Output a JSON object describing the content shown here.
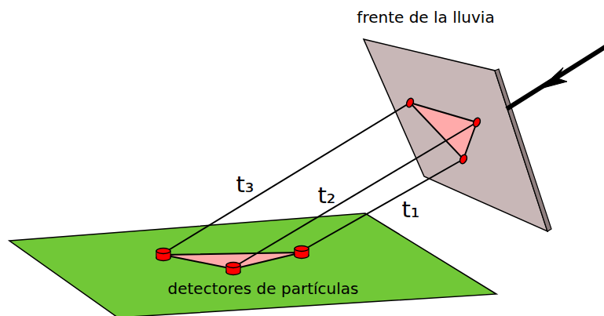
{
  "diagram": {
    "nodes": [
      {
        "text": [
          "frente de la lluvia"
        ]
      },
      {
        "text": [
          "detectores de partículas"
        ]
      }
    ],
    "labels": [
      "t₃",
      "t₂",
      "t₁"
    ]
  }
}
